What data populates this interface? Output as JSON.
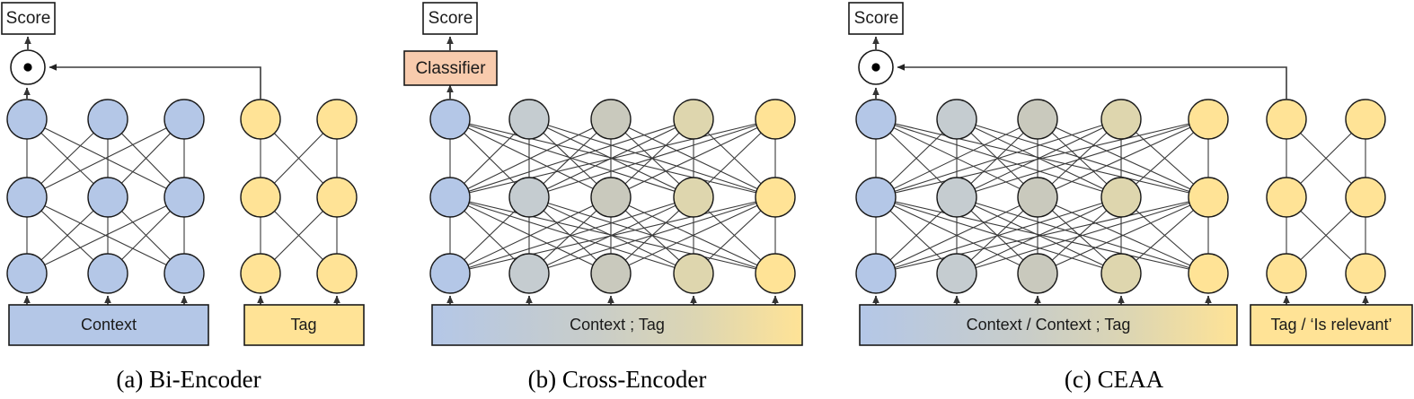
{
  "figure": {
    "caption_a": "(a) Bi-Encoder",
    "caption_b": "(b) Cross-Encoder",
    "caption_c": "(c) CEAA"
  },
  "labels": {
    "score": "Score",
    "classifier": "Classifier",
    "dot_product": "dot-product-operator",
    "context": "Context",
    "tag": "Tag",
    "context_tag": "Context ; Tag",
    "context_context_tag": "Context / Context ; Tag",
    "tag_is_relevant": "Tag  / ‘Is relevant’"
  },
  "colors": {
    "blue_node": "#b4c7e7",
    "yellow_node": "#ffe396",
    "classifier": "#f8cbad",
    "grad_blue": "#b4c7e7",
    "grad_yellow": "#ffe396",
    "stroke": "#1a1a1a",
    "edge": "#3a3a3a",
    "white": "#ffffff"
  },
  "panels": [
    {
      "id": "a",
      "name": "bi-encoder",
      "caption": "(a) Bi-Encoder",
      "towers": [
        {
          "name": "context-tower",
          "color": "blue",
          "node_columns": 3,
          "node_rows": 3,
          "input_bar_label": "Context"
        },
        {
          "name": "tag-tower",
          "color": "yellow",
          "node_columns": 2,
          "node_rows": 3,
          "input_bar_label": "Tag"
        }
      ],
      "head": {
        "type": "dot-product",
        "output": "Score"
      }
    },
    {
      "id": "b",
      "name": "cross-encoder",
      "caption": "(b) Cross-Encoder",
      "towers": [
        {
          "name": "joint-tower",
          "color": "gradient",
          "node_columns": 5,
          "node_rows": 3,
          "input_bar_label": "Context ; Tag"
        }
      ],
      "head": {
        "type": "classifier",
        "label": "Classifier",
        "output": "Score"
      }
    },
    {
      "id": "c",
      "name": "ceaa",
      "caption": "(c) CEAA",
      "towers": [
        {
          "name": "joint-tower",
          "color": "gradient",
          "node_columns": 5,
          "node_rows": 3,
          "input_bar_label": "Context / Context ; Tag"
        },
        {
          "name": "tag-tower",
          "color": "yellow",
          "node_columns": 2,
          "node_rows": 3,
          "input_bar_label": "Tag  / ‘Is relevant’"
        }
      ],
      "head": {
        "type": "dot-product",
        "output": "Score"
      }
    }
  ]
}
